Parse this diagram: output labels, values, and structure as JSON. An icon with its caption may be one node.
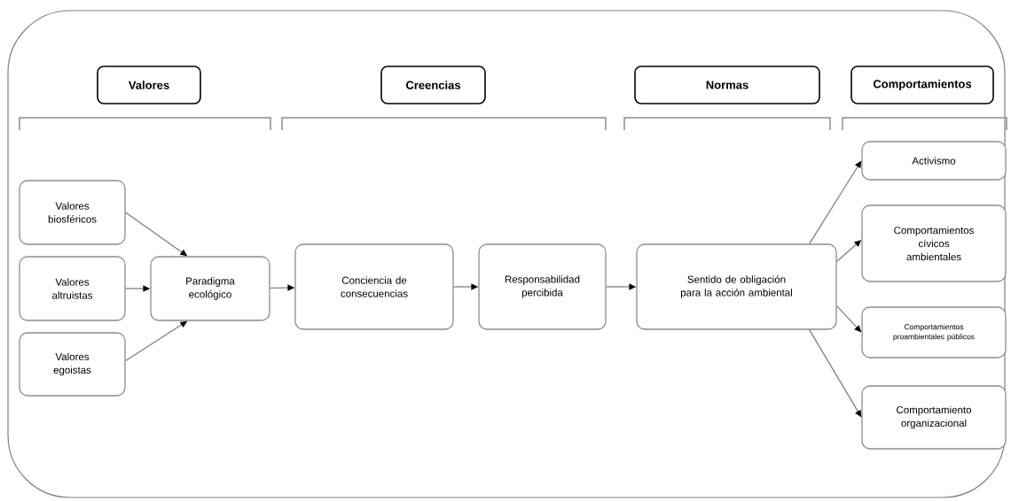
{
  "diagram": {
    "nodes": [
      {
        "text": [
          "Valores"
        ]
      },
      {
        "text": [
          "Creencias"
        ]
      },
      {
        "text": [
          "Normas"
        ]
      },
      {
        "text": [
          "Comportamientos"
        ]
      },
      {
        "text": [
          "Valores biosféricos"
        ]
      },
      {
        "text": [
          "Valores altruistas"
        ]
      },
      {
        "text": [
          "Valores egoistas"
        ]
      },
      {
        "text": [
          "Paradigma ecológico"
        ]
      },
      {
        "text": [
          "Conciencia de consecuencias"
        ]
      },
      {
        "text": [
          "Responsabilidad percibida"
        ]
      },
      {
        "text": [
          "Sentido de obligación para la acción ambiental"
        ]
      },
      {
        "text": [
          "Activismo"
        ]
      },
      {
        "text": [
          "Comportamientos cívicos ambientales"
        ]
      },
      {
        "text": [
          "Comportamientos proambientales públicos"
        ]
      },
      {
        "text": [
          "Comportamiento organizacional"
        ]
      }
    ],
    "edges": [
      {
        "from": 4,
        "to": 7,
        "arrow": "to"
      },
      {
        "from": 5,
        "to": 7,
        "arrow": "to"
      },
      {
        "from": 6,
        "to": 7,
        "arrow": "to"
      },
      {
        "from": 7,
        "to": 8,
        "arrow": "to"
      },
      {
        "from": 8,
        "to": 9,
        "arrow": "to"
      },
      {
        "from": 9,
        "to": 10,
        "arrow": "to"
      },
      {
        "from": 10,
        "to": 11,
        "arrow": "to"
      },
      {
        "from": 10,
        "to": 12,
        "arrow": "to"
      },
      {
        "from": 10,
        "to": 13,
        "arrow": "to"
      },
      {
        "from": 10,
        "to": 14,
        "arrow": "to"
      }
    ]
  }
}
